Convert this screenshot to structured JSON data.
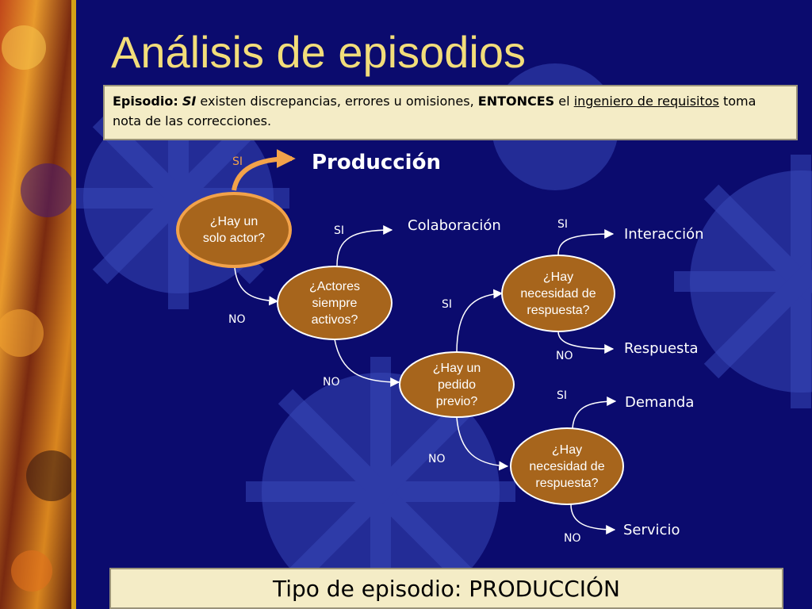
{
  "title": "Análisis de episodios",
  "note": {
    "label": "Episodio",
    "colon": ":",
    "si": "SI",
    "text1": "existen discrepancias, errores u omisiones,",
    "entonces": "ENTONCES",
    "text2": "el",
    "link": "ingeniero de requisitos",
    "text3": "toma nota de las correcciones."
  },
  "nodes": {
    "solo_actor": "¿Hay un\nsolo actor?",
    "actores": "¿Actores\nsiempre\nactivos?",
    "pedido": "¿Hay un\npedido\nprevio?",
    "respuesta_1": "¿Hay\nnecesidad de\nrespuesta?",
    "respuesta_2": "¿Hay\nnecesidad de\nrespuesta?"
  },
  "outcomes": {
    "produccion": "Producción",
    "colaboracion": "Colaboración",
    "interaccion": "Interacción",
    "respuesta": "Respuesta",
    "demanda": "Demanda",
    "servicio": "Servicio"
  },
  "edge_labels": {
    "si": "SI",
    "no": "NO"
  },
  "footer": "Tipo de episodio: PRODUCCIÓN",
  "colors": {
    "background": "#0b0b6e",
    "title": "#f2dd7a",
    "node_fill": "#a7651c",
    "highlight": "#f2a24a",
    "note_bg": "#f4ecc6"
  }
}
